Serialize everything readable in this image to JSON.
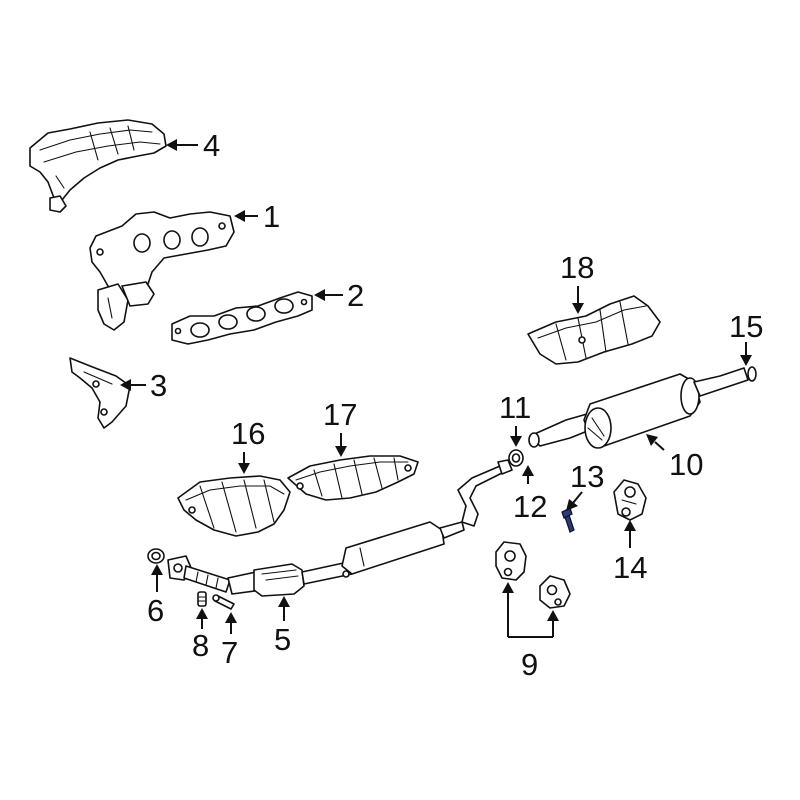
{
  "callouts": {
    "c1": "1",
    "c2": "2",
    "c3": "3",
    "c4": "4",
    "c5": "5",
    "c6": "6",
    "c7": "7",
    "c8": "8",
    "c9": "9",
    "c10": "10",
    "c11": "11",
    "c12": "12",
    "c13": "13",
    "c14": "14",
    "c15": "15",
    "c16": "16",
    "c17": "17",
    "c18": "18"
  },
  "colors": {
    "line": "#111111",
    "highlight": "#2c3a78",
    "background": "#ffffff"
  }
}
